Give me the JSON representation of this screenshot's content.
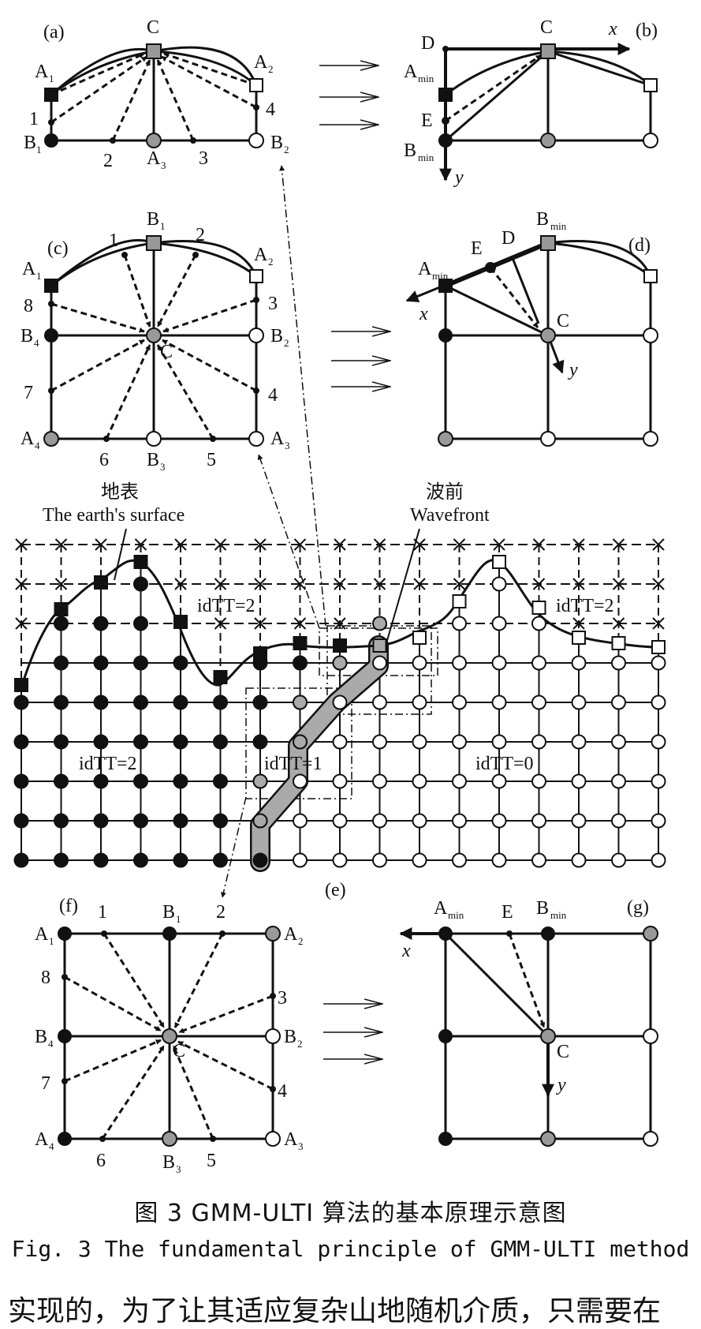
{
  "figure": {
    "panels": {
      "a": {
        "label": "(a)",
        "C": "C",
        "A1": "A",
        "A2": "A",
        "B1": "B",
        "B2": "B",
        "A3": "A",
        "sub1": "1",
        "sub2": "2",
        "sub3": "3",
        "p1": "1",
        "p2": "2",
        "p3": "3",
        "p4": "4"
      },
      "b": {
        "label": "(b)",
        "C": "C",
        "D": "D",
        "E": "E",
        "Amin": "A",
        "Bmin": "B",
        "min": "min",
        "x": "x",
        "y": "y"
      },
      "c": {
        "label": "(c)",
        "A1": "A",
        "B1": "B",
        "A2": "A",
        "B2": "B",
        "A3": "A",
        "B3": "B",
        "A4": "A",
        "B4": "B",
        "C": "C",
        "sub1": "1",
        "sub2": "2",
        "sub3": "3",
        "sub4": "4",
        "p1": "1",
        "p2": "2",
        "p3": "3",
        "p4": "4",
        "p5": "5",
        "p6": "6",
        "p7": "7",
        "p8": "8"
      },
      "d": {
        "label": "(d)",
        "Amin": "A",
        "Bmin": "B",
        "min": "min",
        "C": "C",
        "D": "D",
        "E": "E",
        "x": "x",
        "y": "y"
      },
      "e": {
        "label": "(e)",
        "surface_cn": "地表",
        "surface_en": "The earth's surface",
        "wave_cn": "波前",
        "wave_en": "Wavefront",
        "idtt2a": "idTT=2",
        "idtt2b": "idTT=2",
        "idtt2c": "idTT=2",
        "idtt1": "idTT=1",
        "idtt0": "idTT=0"
      },
      "f": {
        "label": "(f)",
        "A1": "A",
        "B1": "B",
        "A2": "A",
        "B2": "B",
        "A3": "A",
        "B3": "B",
        "A4": "A",
        "B4": "B",
        "C": "C",
        "sub1": "1",
        "sub2": "2",
        "sub3": "3",
        "sub4": "4",
        "p1": "1",
        "p2": "2",
        "p3": "3",
        "p4": "4",
        "p5": "5",
        "p6": "6",
        "p7": "7",
        "p8": "8"
      },
      "g": {
        "label": "(g)",
        "Amin": "A",
        "Bmin": "B",
        "min": "min",
        "E": "E",
        "C": "C",
        "x": "x",
        "y": "y"
      }
    }
  },
  "caption": {
    "cn": "图 3   GMM-ULTI 算法的基本原理示意图",
    "en": "Fig. 3   The fundamental principle of GMM-ULTI method"
  },
  "body_text": "实现的，为了让其适应复杂山地随机介质，只需要在"
}
